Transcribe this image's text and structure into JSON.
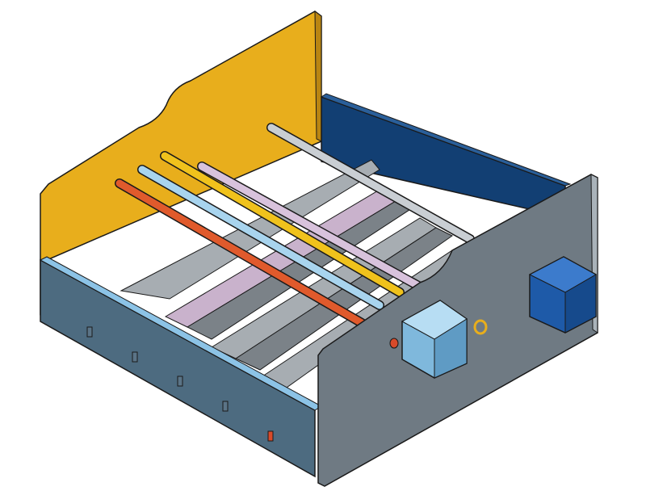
{
  "scene": {
    "subject": "cad-render-box-with-rods",
    "background": "#ffffff"
  },
  "colors": {
    "back_panel": "#e8ae1c",
    "back_panel_edge": "#b98512",
    "right_back_panel": "#123f73",
    "right_back_top": "#2a5f9a",
    "front_panel": "#4d6b80",
    "front_panel_top": "#8cc3e6",
    "side_panel": "#6f7a83",
    "side_panel_edge": "#a9b2b9",
    "slot_light": "#a7adb2",
    "slot_dark": "#7b8288",
    "lilac": "#c9b2cc",
    "outline": "#1a1a1a",
    "knob_light": "#8ec8ec",
    "knob_dark": "#1e5aa8"
  },
  "rods": [
    {
      "name": "rod-orange",
      "color": "#e05a2c"
    },
    {
      "name": "rod-light-blue",
      "color": "#a8d4ee"
    },
    {
      "name": "rod-yellow",
      "color": "#f0c21c"
    },
    {
      "name": "rod-lilac",
      "color": "#d8c2dc"
    },
    {
      "name": "rod-grey",
      "color": "#c9ced3"
    }
  ],
  "knobs": [
    {
      "name": "front-knob",
      "color": "#8ec8ec"
    },
    {
      "name": "right-knob",
      "color": "#1e5aa8"
    }
  ]
}
